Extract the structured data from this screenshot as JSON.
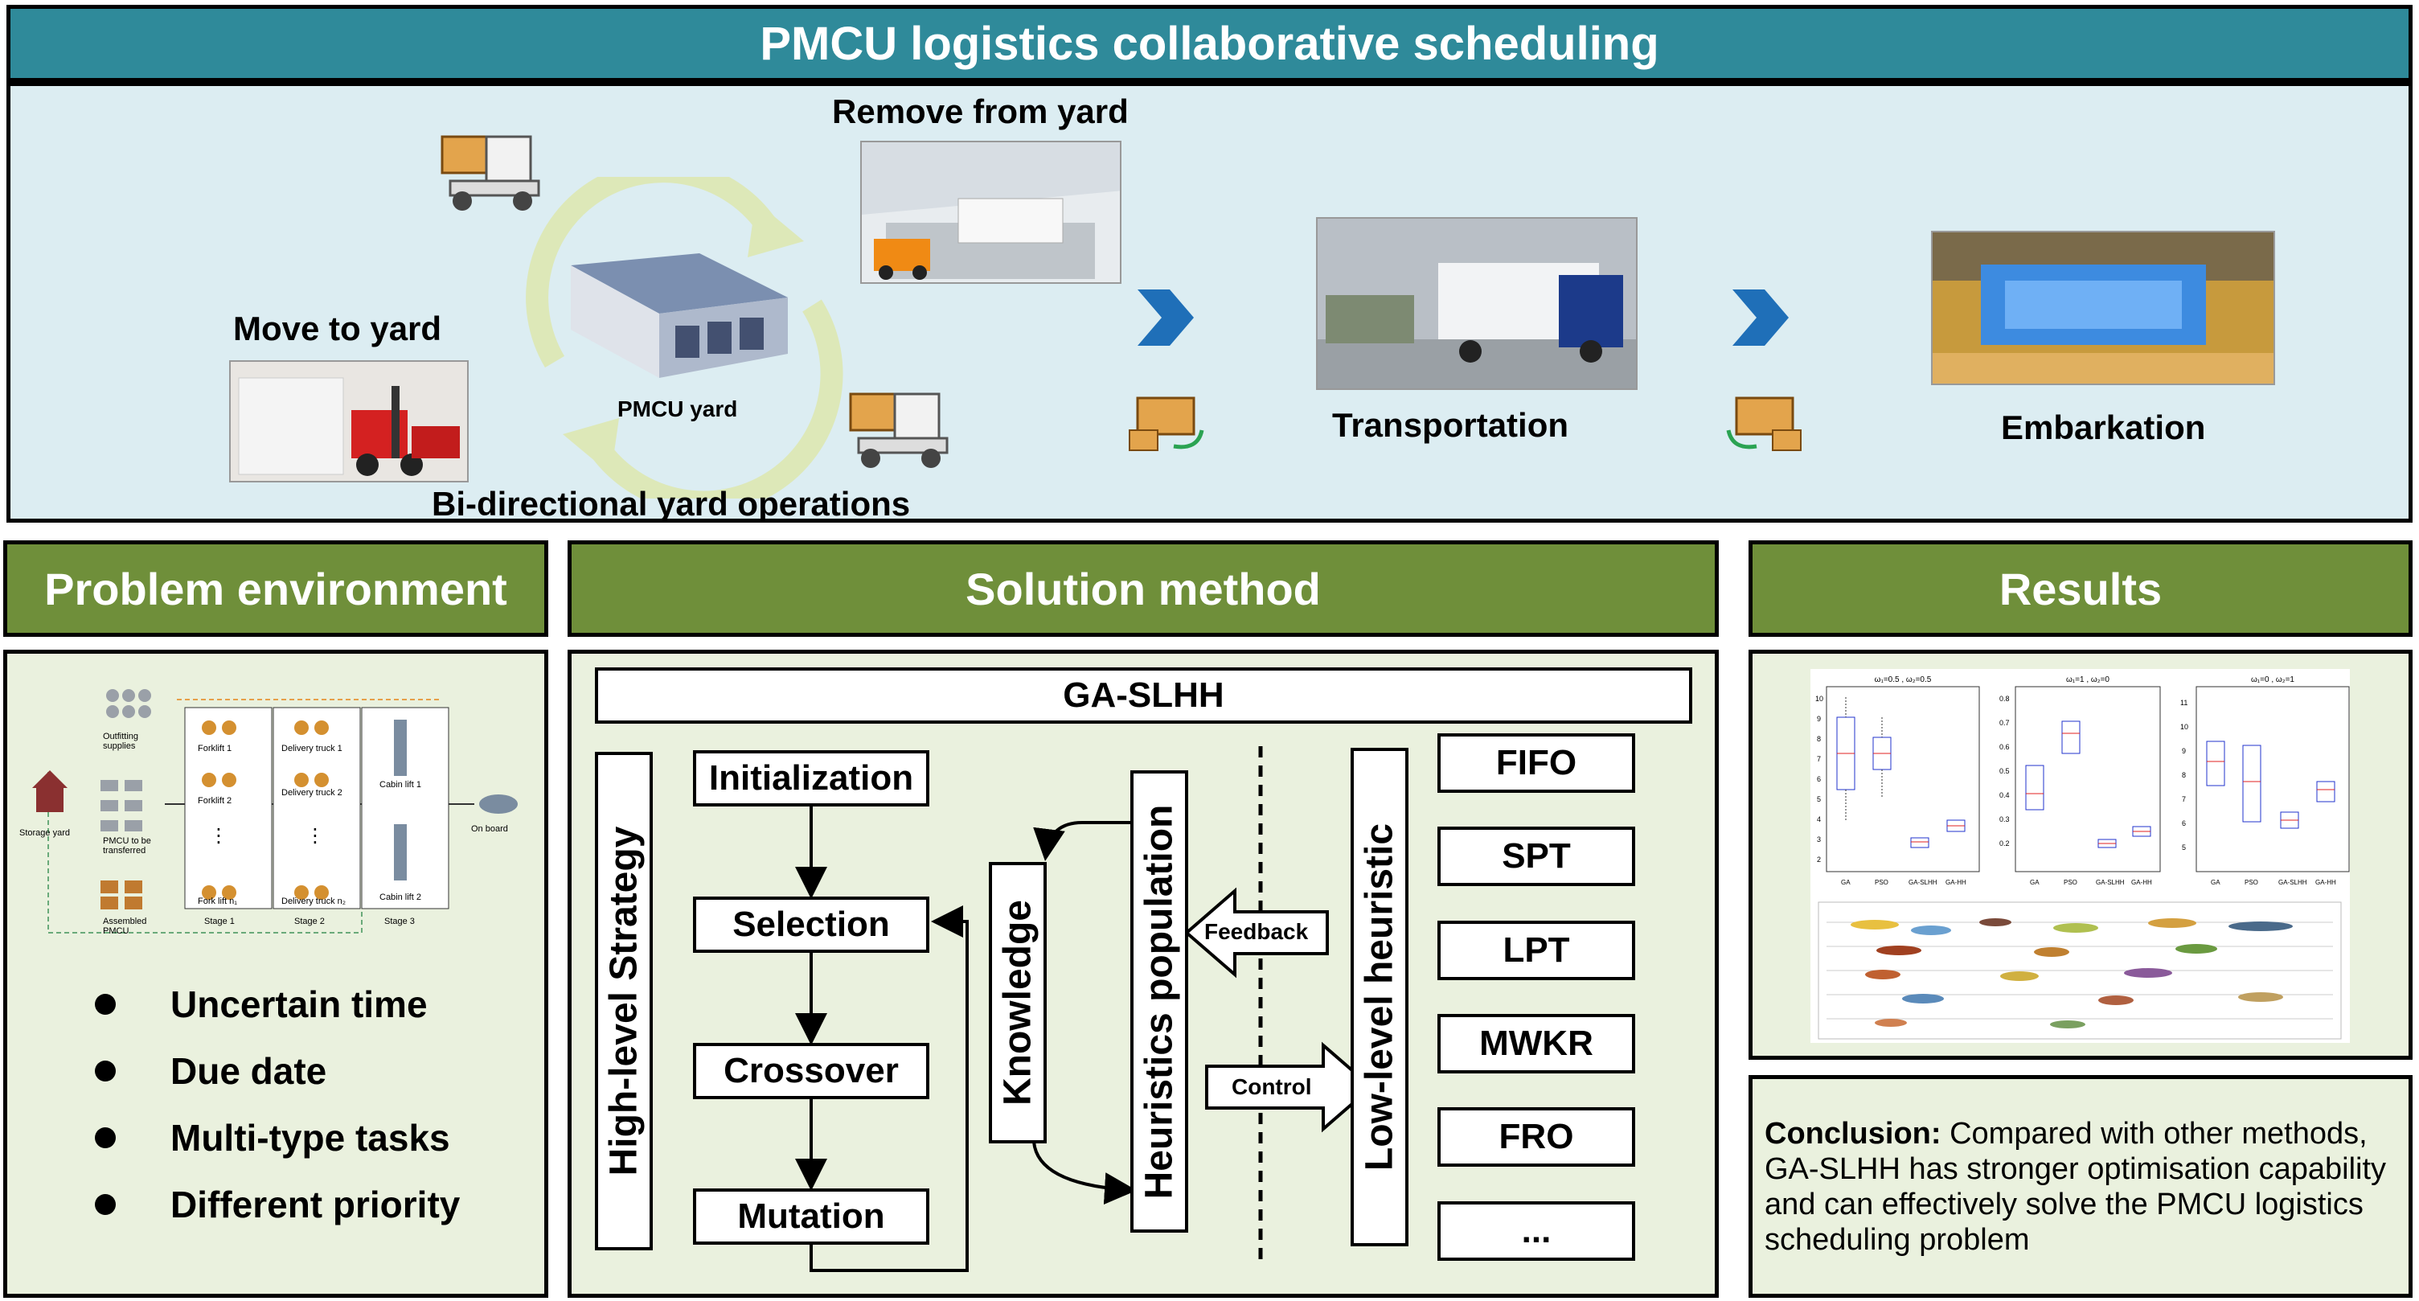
{
  "banner": {
    "title": "PMCU logistics collaborative scheduling"
  },
  "flow": {
    "move_to_yard": "Move to yard",
    "remove_from_yard": "Remove from yard",
    "yard_label": "PMCU yard",
    "bidirectional": "Bi-directional yard operations",
    "transportation": "Transportation",
    "embarkation": "Embarkation"
  },
  "sections": {
    "problem": "Problem environment",
    "solution": "Solution method",
    "results": "Results"
  },
  "problem_diagram": {
    "storage_yard": "Storage yard",
    "outfitting": "Outfitting supplies",
    "pmcu_transfer": "PMCU to be transferred",
    "assembled": "Assembled PMCU",
    "forklift1": "Forklift 1",
    "forklift2": "Forklift 2",
    "forkliftn": "Fork lift n₁",
    "truck1": "Delivery truck 1",
    "truck2": "Delivery truck 2",
    "truckn": "Delivery truck n₂",
    "cabin1": "Cabin lift 1",
    "cabin2": "Cabin lift 2",
    "stage1": "Stage 1",
    "stage2": "Stage 2",
    "stage3": "Stage 3",
    "onboard": "On board",
    "dots": "⋮"
  },
  "bullets": [
    "Uncertain time",
    "Due date",
    "Multi-type tasks",
    "Different priority"
  ],
  "method": {
    "title": "GA-SLHH",
    "high_level": "High-level Strategy",
    "steps": [
      "Initialization",
      "Selection",
      "Crossover",
      "Mutation"
    ],
    "knowledge": "Knowledge",
    "heuristics": "Heuristics population",
    "feedback": "Feedback",
    "control": "Control",
    "low_level": "Low-level heuristic",
    "rules": [
      "FIFO",
      "SPT",
      "LPT",
      "MWKR",
      "FRO",
      "..."
    ]
  },
  "results": {
    "boxplots": [
      {
        "title": "ω₁=0.5 , ω₂=0.5",
        "yticks": [
          "10",
          "9",
          "8",
          "7",
          "6",
          "5",
          "4",
          "3",
          "2"
        ]
      },
      {
        "title": "ω₁=1 , ω₂=0",
        "yticks": [
          "0.8",
          "0.7",
          "0.6",
          "0.5",
          "0.4",
          "0.3",
          "0.2"
        ]
      },
      {
        "title": "ω₁=0 , ω₂=1",
        "yticks": [
          "11",
          "10",
          "9",
          "8",
          "7",
          "6",
          "5"
        ]
      }
    ],
    "methods": [
      "GA",
      "PSO",
      "GA-SLHH",
      "GA-HH"
    ],
    "conclusion_label": "Conclusion:",
    "conclusion_text": " Compared with other methods, GA-SLHH has stronger optimisation capability and can effectively solve the PMCU logistics scheduling problem"
  },
  "colors": {
    "banner": "#2f8a9a",
    "section_header": "#6f8f3a",
    "panel": "#eaf1de",
    "top_panel": "#dcedf2",
    "arrow": "#1f6fb8"
  }
}
